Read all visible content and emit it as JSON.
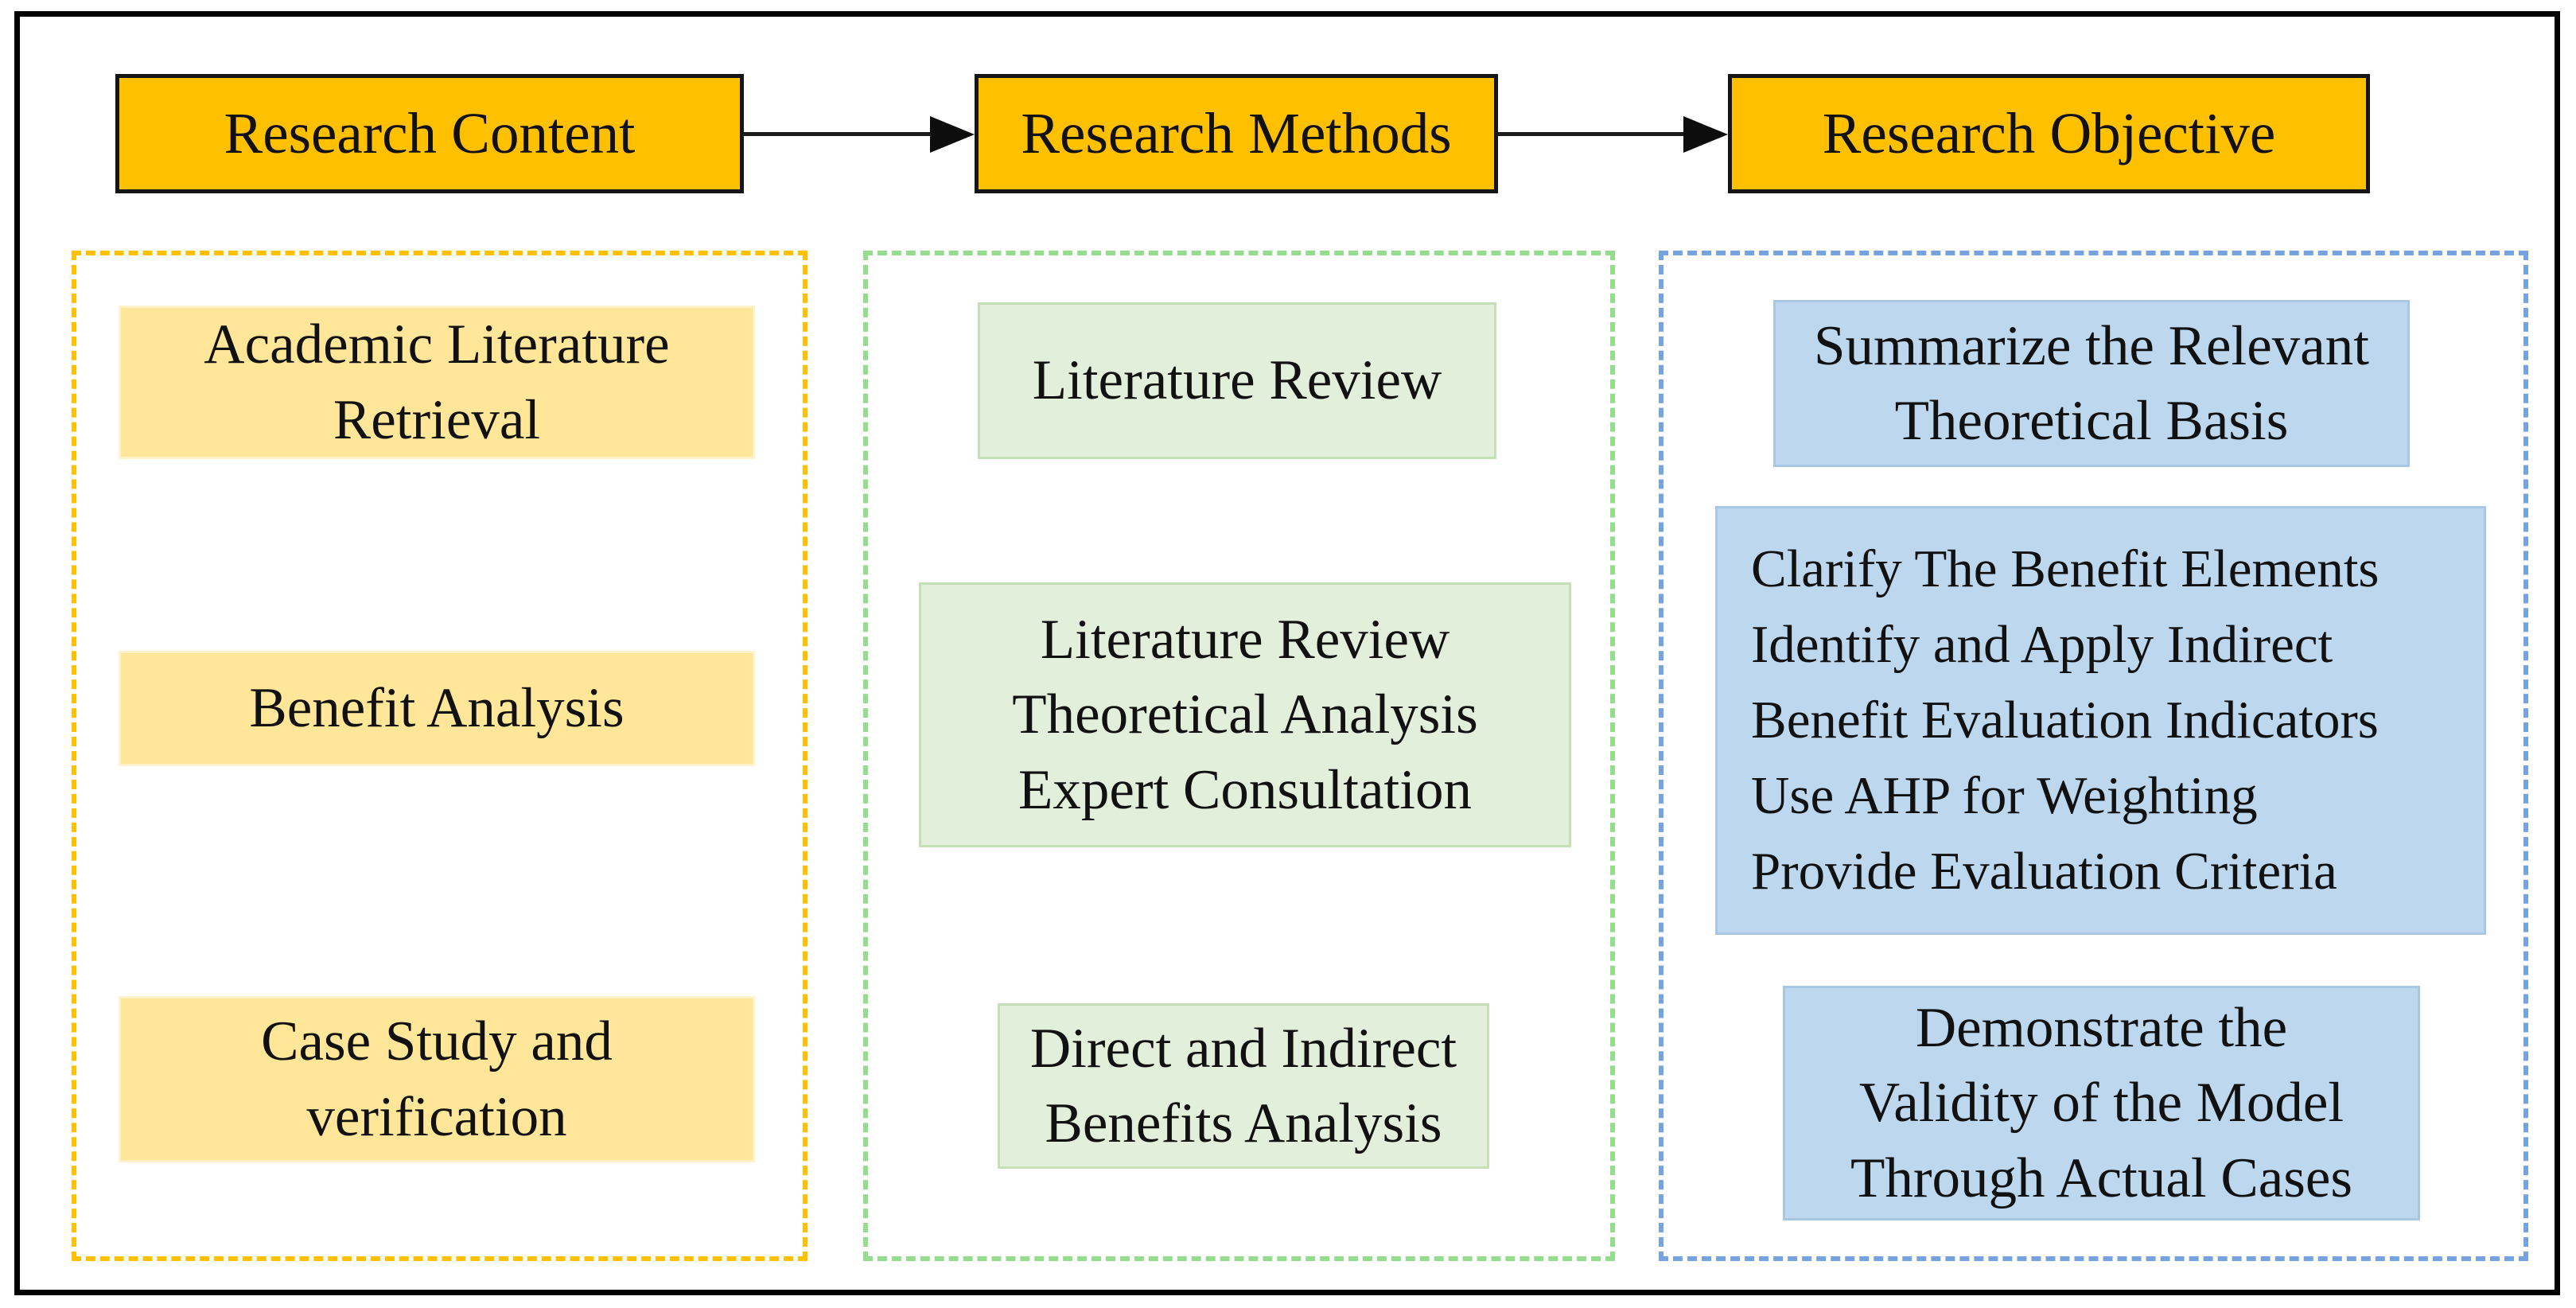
{
  "colors": {
    "frame": "#000000",
    "text": "#111111",
    "header-fill": "#FFC000",
    "content-fill": "#FFE699",
    "content-border": "#FFF1C9",
    "content-dash": "#FFC000",
    "methods-fill": "#E2EFDA",
    "methods-border": "#C5E0B4",
    "methods-dash": "#94DD8C",
    "objective-fill": "#BDD7EE",
    "objective-border": "#A8C7E4",
    "objective-dash": "#74A3E0"
  },
  "headers": [
    {
      "label": "Research Content"
    },
    {
      "label": "Research Methods"
    },
    {
      "label": "Research Objective"
    }
  ],
  "columns": {
    "content": {
      "boxes": [
        {
          "text": "Academic Literature\nRetrieval"
        },
        {
          "text": "Benefit Analysis"
        },
        {
          "text": "Case Study and\nverification"
        }
      ]
    },
    "methods": {
      "boxes": [
        {
          "text": "Literature Review"
        },
        {
          "text": "Literature Review\nTheoretical Analysis\nExpert Consultation"
        },
        {
          "text": "Direct and Indirect\nBenefits Analysis"
        }
      ]
    },
    "objective": {
      "boxes": [
        {
          "text": "Summarize the Relevant\nTheoretical Basis"
        },
        {
          "text": "Clarify The Benefit Elements\nIdentify and Apply Indirect\nBenefit Evaluation Indicators\nUse AHP for Weighting\n Provide Evaluation Criteria"
        },
        {
          "text": "Demonstrate the\nValidity of the Model\nThrough Actual Cases"
        }
      ]
    }
  }
}
